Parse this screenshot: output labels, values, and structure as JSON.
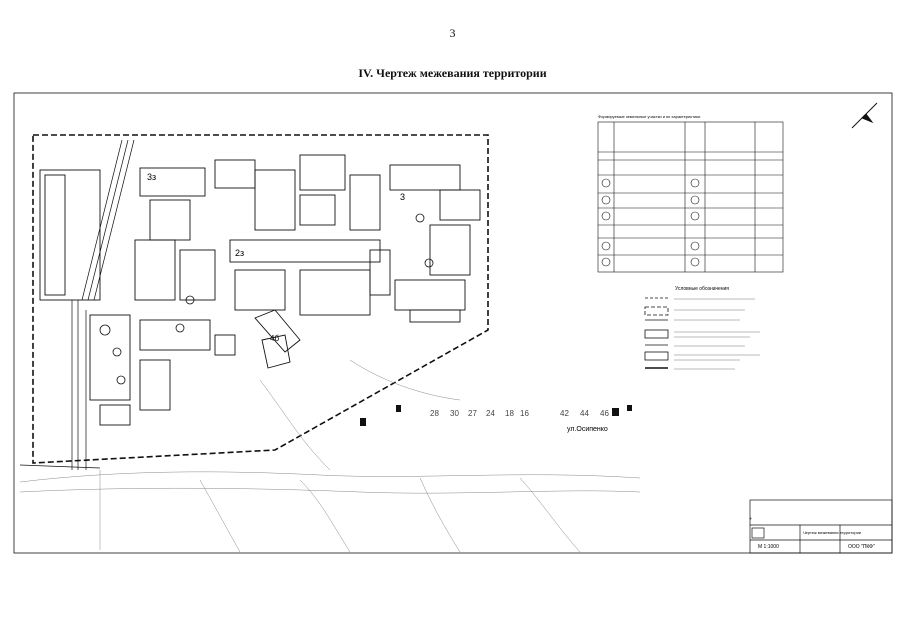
{
  "page": {
    "number": "3",
    "title": "IV.    Чертеж межевания территории"
  },
  "map": {
    "block_labels": [
      "3з",
      "2з",
      "3",
      "4б"
    ],
    "street_label": "ул.Осипенко",
    "house_numbers": [
      "28",
      "30",
      "27",
      "24",
      "18",
      "16",
      "42",
      "44",
      "46"
    ],
    "legend_heading": "Условные обозначения",
    "table_title": "Формируемые земельные участки и их характеристики",
    "stamp": {
      "scale": "М 1:1000",
      "sheet_name": "Чертеж межевания территории",
      "org": "ООО \"ПКФ\""
    }
  },
  "colors": {
    "ink": "#111111",
    "paper": "#ffffff",
    "hatch": "#555555"
  }
}
